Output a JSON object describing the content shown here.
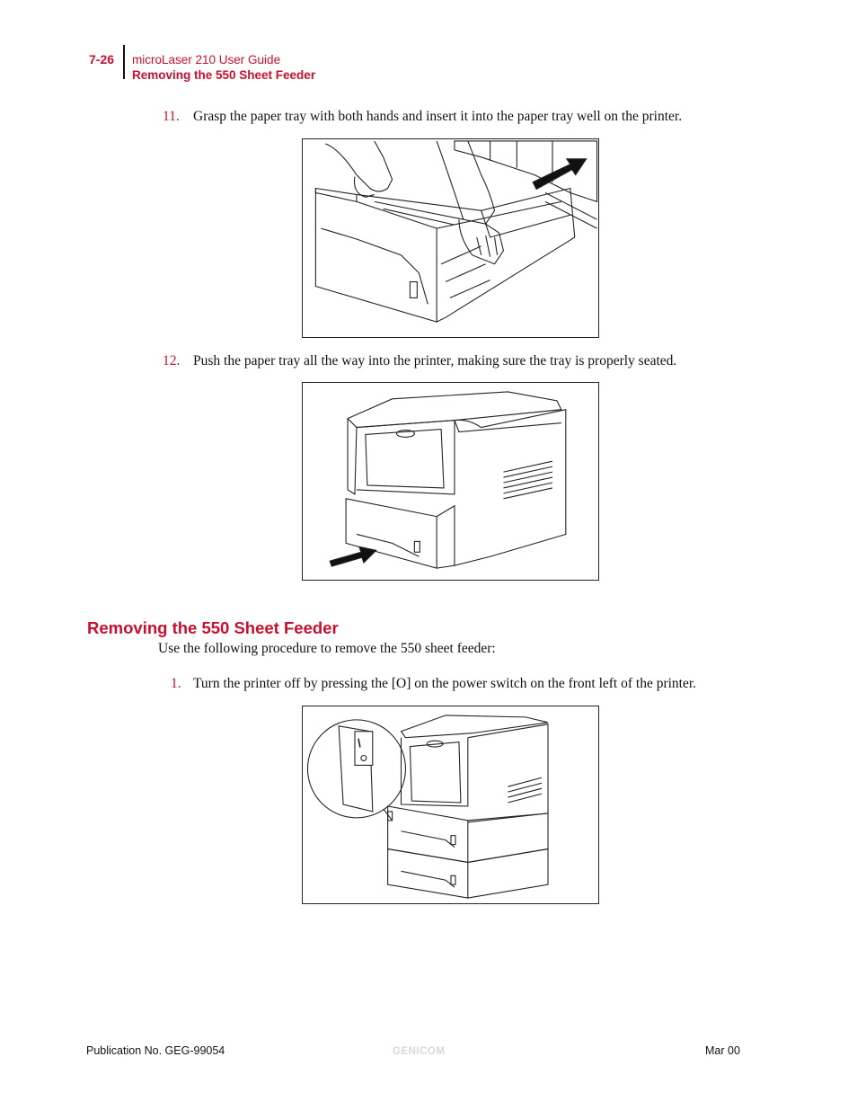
{
  "header": {
    "page_number": "7-26",
    "guide_title": "microLaser 210 User Guide",
    "section_title": "Removing the 550 Sheet Feeder"
  },
  "steps": [
    {
      "number": "11.",
      "text": "Grasp the paper tray with both hands and insert it into the paper tray well on the printer."
    },
    {
      "number": "12.",
      "text": "Push the paper tray all the way into the printer, making sure the tray is properly seated."
    },
    {
      "number": "1.",
      "text": "Turn the printer off by pressing the [O] on the power switch on the front left of the printer."
    }
  ],
  "section": {
    "title": "Removing the 550 Sheet Feeder",
    "intro": "Use the following procedure to remove the 550 sheet feeder:"
  },
  "footer": {
    "publication": "Publication No. GEG-99054",
    "brand": "GENICOM",
    "date": "Mar 00"
  }
}
